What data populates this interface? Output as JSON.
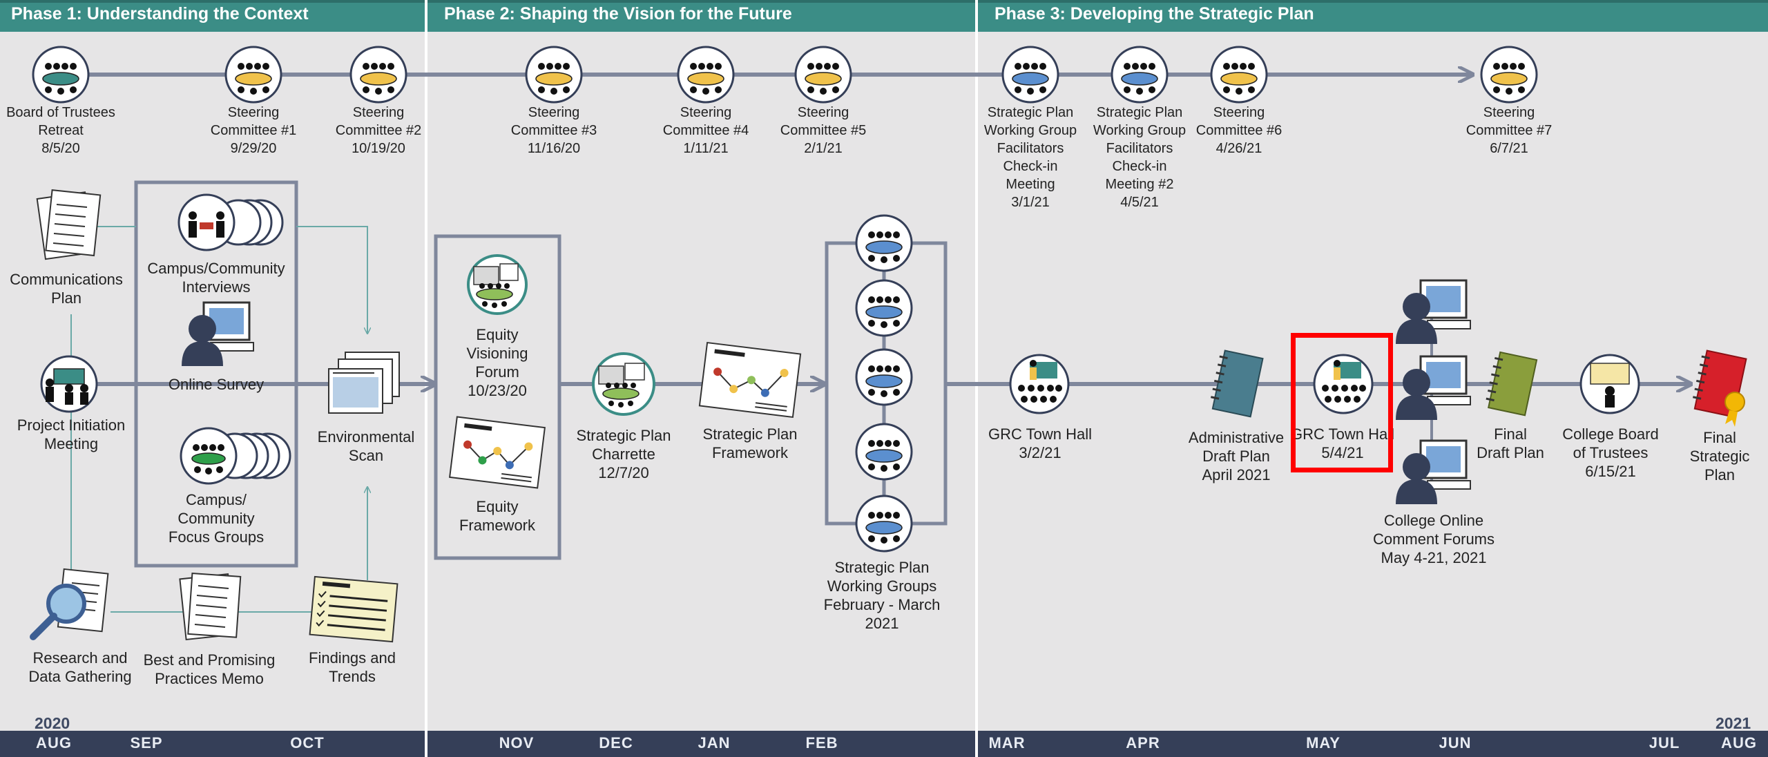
{
  "colors": {
    "phase_bar": "#3b8d86",
    "month_bar": "#353f58",
    "line": "#7f879c",
    "teal_line": "#6aa9a7",
    "highlight": "#ff0000"
  },
  "phases": [
    "Phase 1: Understanding the Context",
    "Phase 2: Shaping the Vision for the Future",
    "Phase 3: Developing the Strategic Plan"
  ],
  "years": {
    "start": "2020",
    "end": "2021"
  },
  "months": [
    "AUG",
    "SEP",
    "OCT",
    "NOV",
    "DEC",
    "JAN",
    "FEB",
    "MAR",
    "APR",
    "MAY",
    "JUN",
    "JUL",
    "AUG"
  ],
  "top_events": [
    "Board of Trustees\nRetreat\n8/5/20",
    "Steering\nCommittee #1\n9/29/20",
    "Steering\nCommittee #2\n10/19/20",
    "Steering\nCommittee #3\n11/16/20",
    "Steering\nCommittee #4\n1/11/21",
    "Steering\nCommittee #5\n2/1/21",
    "Strategic Plan\nWorking Group\nFacilitators\nCheck-in\nMeeting\n3/1/21",
    "Strategic Plan\nWorking Group\nFacilitators\nCheck-in\nMeeting #2\n4/5/21",
    "Steering\nCommittee #6\n4/26/21",
    "Steering\nCommittee #7\n6/7/21"
  ],
  "phase1": {
    "communications_plan": "Communications\nPlan",
    "project_initiation": "Project Initiation\nMeeting",
    "interviews": "Campus/Community\nInterviews",
    "online_survey": "Online Survey",
    "focus_groups": "Campus/\nCommunity\nFocus Groups",
    "environmental_scan": "Environmental\nScan",
    "research": "Research and\nData Gathering",
    "best_practices": "Best and Promising\nPractices Memo",
    "findings": "Findings and\nTrends"
  },
  "phase2": {
    "equity_forum": "Equity\nVisioning\nForum\n10/23/20",
    "equity_framework": "Equity\nFramework",
    "charrette": "Strategic Plan\nCharrette\n12/7/20",
    "framework": "Strategic Plan\nFramework",
    "working_groups": "Strategic Plan\nWorking Groups\nFebruary - March\n2021"
  },
  "phase3": {
    "town_hall_1": "GRC Town Hall\n3/2/21",
    "admin_draft": "Administrative\nDraft Plan\nApril 2021",
    "town_hall_2": "GRC Town Hall\n5/4/21",
    "online_forums": "College Online\nComment Forums\nMay 4-21, 2021",
    "final_draft": "Final\nDraft Plan",
    "board": "College Board\nof Trustees\n6/15/21",
    "final_plan": "Final\nStrategic\nPlan"
  }
}
